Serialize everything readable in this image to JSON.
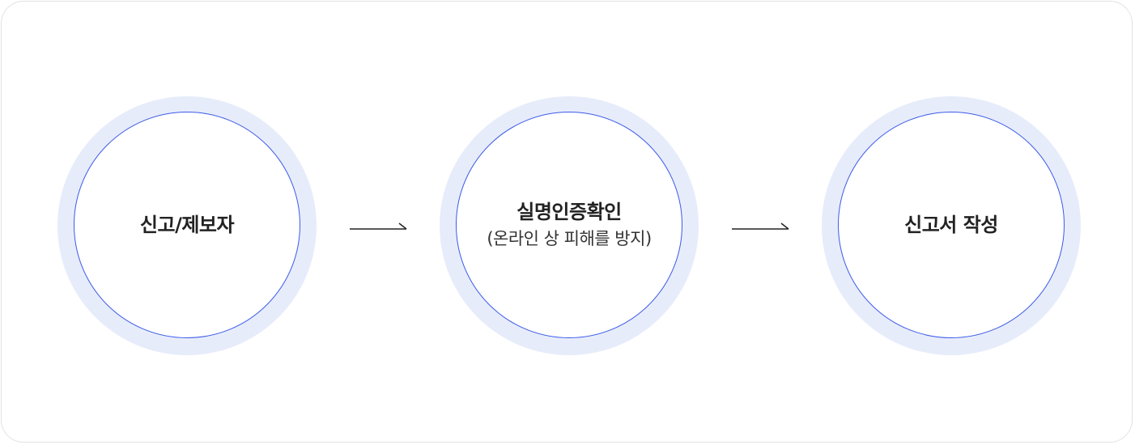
{
  "steps": [
    {
      "title": "신고/제보자",
      "subtitle": ""
    },
    {
      "title": "실명인증확인",
      "subtitle": "(온라인 상 피해를 방지)"
    },
    {
      "title": "신고서 작성",
      "subtitle": ""
    }
  ],
  "colors": {
    "ring": "#e7ecfb",
    "circle_border": "#3b5be8",
    "arrow": "#222222",
    "card_border": "#e2e2e2"
  }
}
